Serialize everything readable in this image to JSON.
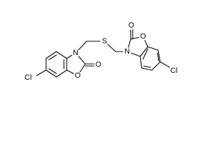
{
  "molecule": {
    "atoms": {
      "cl_left": "Cl",
      "n_left": "N",
      "o_ring_left": "O",
      "o_carbonyl_left": "O",
      "s_bridge": "S",
      "o_carbonyl_right": "O",
      "o_ring_right": "O",
      "n_right": "N",
      "cl_right": "Cl"
    }
  }
}
